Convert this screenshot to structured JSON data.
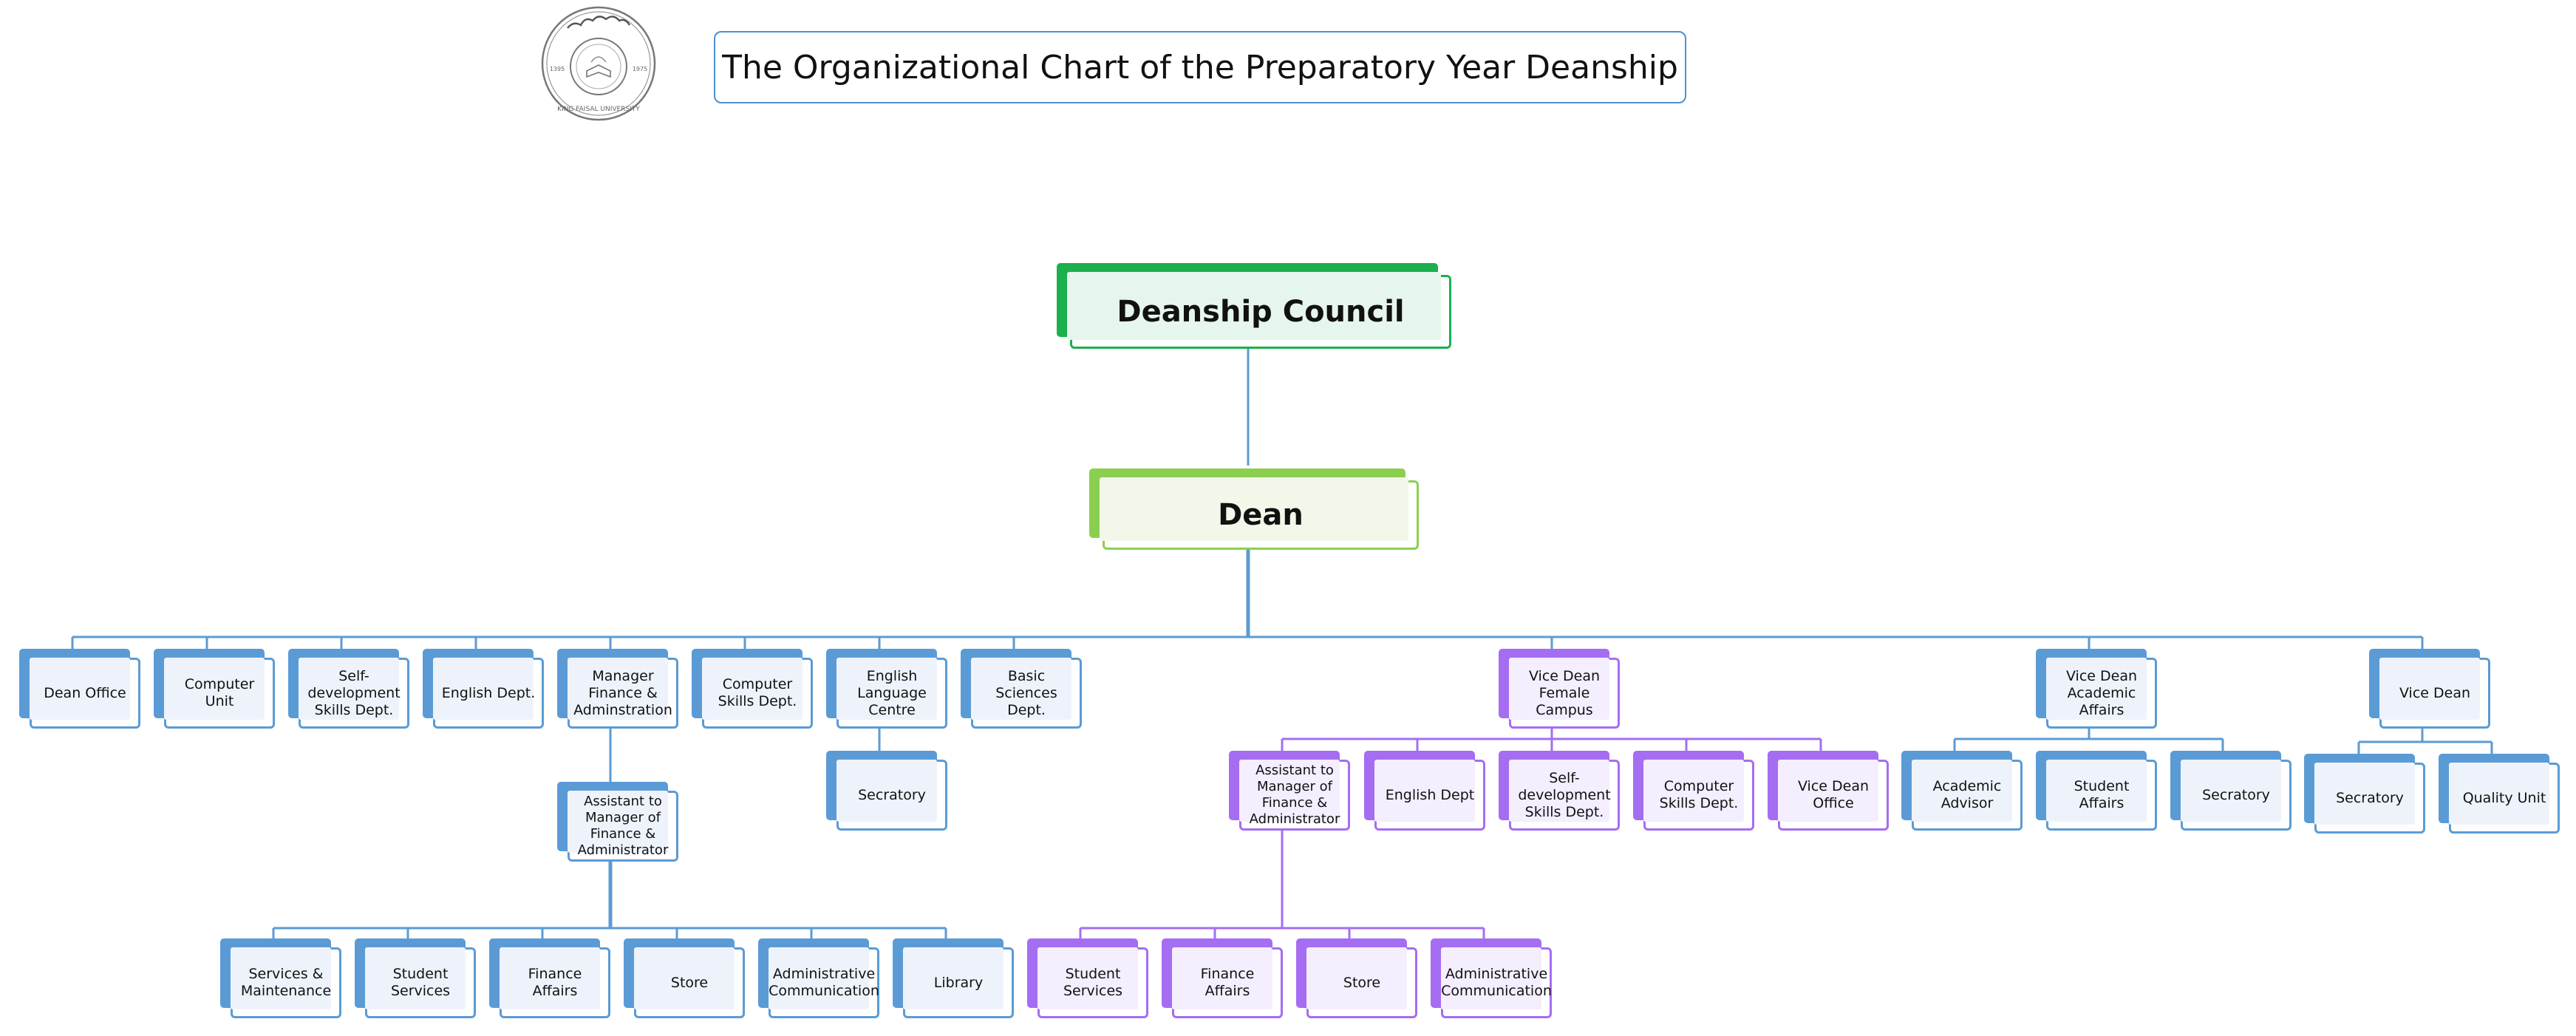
{
  "title": "The Organizational Chart of the Preparatory Year Deanship",
  "colors": {
    "blue": "#5b9bd5",
    "purple": "#a56df2",
    "council_green": "#1ab04e",
    "dean_green": "#8ccf50",
    "title_border": "#4f8fd0"
  },
  "logo": {
    "type": "university-seal",
    "lettering": "جامعة الملك فيصل · KING FAISAL UNIVERSITY · 1395 · 1975"
  },
  "council": {
    "label": "Deanship Council"
  },
  "dean": {
    "label": "Dean"
  },
  "departments": [
    {
      "label": "Dean Office"
    },
    {
      "label": "Computer Unit"
    },
    {
      "label": "Self-development Skills Dept."
    },
    {
      "label": "English Dept."
    },
    {
      "label": "Manager Finance & Adminstration"
    },
    {
      "label": "Computer Skills Dept."
    },
    {
      "label": "English Language Centre"
    },
    {
      "label": "Basic Sciences Dept."
    }
  ],
  "finance_assistant": {
    "label": "Assistant to Manager of Finance & Administrator"
  },
  "finance_units": [
    {
      "label": "Services & Maintenance"
    },
    {
      "label": "Student Services"
    },
    {
      "label": "Finance Affairs"
    },
    {
      "label": "Store"
    },
    {
      "label": "Administrative Communication"
    },
    {
      "label": "Library"
    }
  ],
  "elc_secretary": {
    "label": "Secratory"
  },
  "vice_female": {
    "label": "Vice Dean Female Campus"
  },
  "female_units": [
    {
      "label": "Assistant to Manager of Finance & Administrator"
    },
    {
      "label": "English Dept"
    },
    {
      "label": "Self-development Skills Dept."
    },
    {
      "label": "Computer Skills Dept."
    },
    {
      "label": "Vice Dean Office"
    }
  ],
  "female_finance_units": [
    {
      "label": "Student Services"
    },
    {
      "label": "Finance Affairs"
    },
    {
      "label": "Store"
    },
    {
      "label": "Administrative Communication"
    }
  ],
  "vice_academic": {
    "label": "Vice Dean Academic Affairs"
  },
  "academic_units": [
    {
      "label": "Academic Advisor"
    },
    {
      "label": "Student Affairs"
    },
    {
      "label": "Secratory"
    }
  ],
  "vice_dean": {
    "label": "Vice Dean"
  },
  "vice_dean_units": [
    {
      "label": "Secratory"
    },
    {
      "label": "Quality Unit"
    }
  ]
}
